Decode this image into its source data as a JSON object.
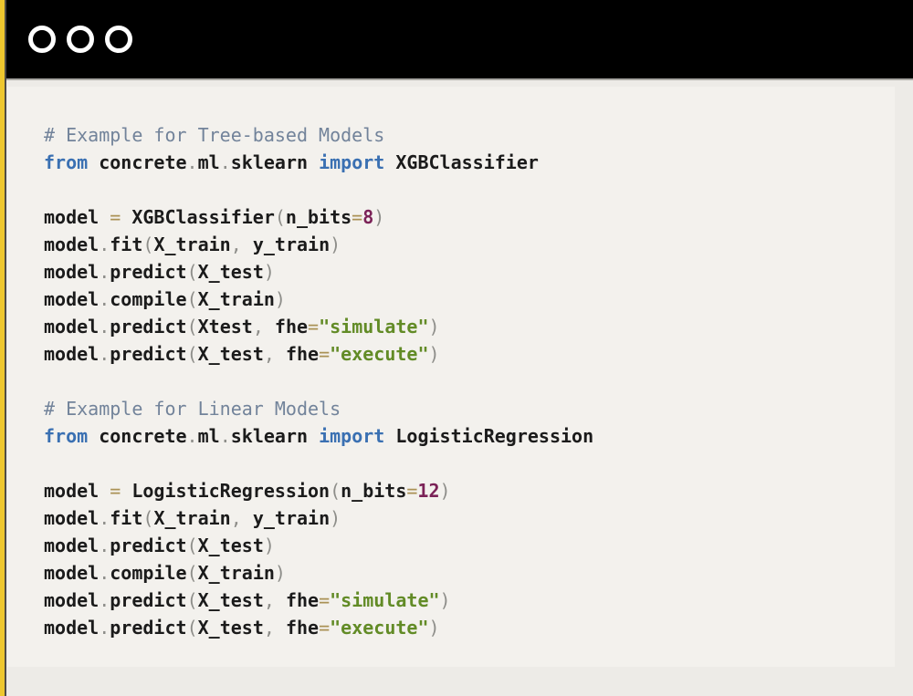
{
  "colors": {
    "accent": "#eec72f",
    "titlebar": "#000000",
    "bg": "#edebe7",
    "panel": "#f3f1ed",
    "plain": "#1b1b1b",
    "comment": "#72839a",
    "keyword": "#3a70b2",
    "punct": "#8e8e8a",
    "operator": "#aa9155",
    "number": "#7b2257",
    "string": "#628b26"
  },
  "window": {
    "controls": [
      "close",
      "minimize",
      "zoom"
    ]
  },
  "code": {
    "lines": [
      [
        {
          "t": "comment",
          "s": "# Example for Tree-based Models"
        }
      ],
      [
        {
          "t": "keyword",
          "s": "from"
        },
        {
          "t": "plain",
          "s": " concrete"
        },
        {
          "t": "punct",
          "s": "."
        },
        {
          "t": "plain",
          "s": "ml"
        },
        {
          "t": "punct",
          "s": "."
        },
        {
          "t": "plain",
          "s": "sklearn"
        },
        {
          "t": "keyword",
          "s": " import"
        },
        {
          "t": "plain",
          "s": " XGBClassifier"
        }
      ],
      [],
      [
        {
          "t": "plain",
          "s": "model "
        },
        {
          "t": "operator",
          "s": "="
        },
        {
          "t": "plain",
          "s": " XGBClassifier"
        },
        {
          "t": "punct",
          "s": "("
        },
        {
          "t": "plain",
          "s": "n_bits"
        },
        {
          "t": "operator",
          "s": "="
        },
        {
          "t": "number",
          "s": "8"
        },
        {
          "t": "punct",
          "s": ")"
        }
      ],
      [
        {
          "t": "plain",
          "s": "model"
        },
        {
          "t": "punct",
          "s": "."
        },
        {
          "t": "plain",
          "s": "fit"
        },
        {
          "t": "punct",
          "s": "("
        },
        {
          "t": "plain",
          "s": "X_train"
        },
        {
          "t": "punct",
          "s": ","
        },
        {
          "t": "plain",
          "s": " y_train"
        },
        {
          "t": "punct",
          "s": ")"
        }
      ],
      [
        {
          "t": "plain",
          "s": "model"
        },
        {
          "t": "punct",
          "s": "."
        },
        {
          "t": "plain",
          "s": "predict"
        },
        {
          "t": "punct",
          "s": "("
        },
        {
          "t": "plain",
          "s": "X_test"
        },
        {
          "t": "punct",
          "s": ")"
        }
      ],
      [
        {
          "t": "plain",
          "s": "model"
        },
        {
          "t": "punct",
          "s": "."
        },
        {
          "t": "plain",
          "s": "compile"
        },
        {
          "t": "punct",
          "s": "("
        },
        {
          "t": "plain",
          "s": "X_train"
        },
        {
          "t": "punct",
          "s": ")"
        }
      ],
      [
        {
          "t": "plain",
          "s": "model"
        },
        {
          "t": "punct",
          "s": "."
        },
        {
          "t": "plain",
          "s": "predict"
        },
        {
          "t": "punct",
          "s": "("
        },
        {
          "t": "plain",
          "s": "Xtest"
        },
        {
          "t": "punct",
          "s": ","
        },
        {
          "t": "plain",
          "s": " fhe"
        },
        {
          "t": "operator",
          "s": "="
        },
        {
          "t": "string",
          "s": "\"simulate\""
        },
        {
          "t": "punct",
          "s": ")"
        }
      ],
      [
        {
          "t": "plain",
          "s": "model"
        },
        {
          "t": "punct",
          "s": "."
        },
        {
          "t": "plain",
          "s": "predict"
        },
        {
          "t": "punct",
          "s": "("
        },
        {
          "t": "plain",
          "s": "X_test"
        },
        {
          "t": "punct",
          "s": ","
        },
        {
          "t": "plain",
          "s": " fhe"
        },
        {
          "t": "operator",
          "s": "="
        },
        {
          "t": "string",
          "s": "\"execute\""
        },
        {
          "t": "punct",
          "s": ")"
        }
      ],
      [],
      [
        {
          "t": "comment",
          "s": "# Example for Linear Models"
        }
      ],
      [
        {
          "t": "keyword",
          "s": "from"
        },
        {
          "t": "plain",
          "s": " concrete"
        },
        {
          "t": "punct",
          "s": "."
        },
        {
          "t": "plain",
          "s": "ml"
        },
        {
          "t": "punct",
          "s": "."
        },
        {
          "t": "plain",
          "s": "sklearn"
        },
        {
          "t": "keyword",
          "s": " import"
        },
        {
          "t": "plain",
          "s": " LogisticRegression"
        }
      ],
      [],
      [
        {
          "t": "plain",
          "s": "model "
        },
        {
          "t": "operator",
          "s": "="
        },
        {
          "t": "plain",
          "s": " LogisticRegression"
        },
        {
          "t": "punct",
          "s": "("
        },
        {
          "t": "plain",
          "s": "n_bits"
        },
        {
          "t": "operator",
          "s": "="
        },
        {
          "t": "number",
          "s": "12"
        },
        {
          "t": "punct",
          "s": ")"
        }
      ],
      [
        {
          "t": "plain",
          "s": "model"
        },
        {
          "t": "punct",
          "s": "."
        },
        {
          "t": "plain",
          "s": "fit"
        },
        {
          "t": "punct",
          "s": "("
        },
        {
          "t": "plain",
          "s": "X_train"
        },
        {
          "t": "punct",
          "s": ","
        },
        {
          "t": "plain",
          "s": " y_train"
        },
        {
          "t": "punct",
          "s": ")"
        }
      ],
      [
        {
          "t": "plain",
          "s": "model"
        },
        {
          "t": "punct",
          "s": "."
        },
        {
          "t": "plain",
          "s": "predict"
        },
        {
          "t": "punct",
          "s": "("
        },
        {
          "t": "plain",
          "s": "X_test"
        },
        {
          "t": "punct",
          "s": ")"
        }
      ],
      [
        {
          "t": "plain",
          "s": "model"
        },
        {
          "t": "punct",
          "s": "."
        },
        {
          "t": "plain",
          "s": "compile"
        },
        {
          "t": "punct",
          "s": "("
        },
        {
          "t": "plain",
          "s": "X_train"
        },
        {
          "t": "punct",
          "s": ")"
        }
      ],
      [
        {
          "t": "plain",
          "s": "model"
        },
        {
          "t": "punct",
          "s": "."
        },
        {
          "t": "plain",
          "s": "predict"
        },
        {
          "t": "punct",
          "s": "("
        },
        {
          "t": "plain",
          "s": "X_test"
        },
        {
          "t": "punct",
          "s": ","
        },
        {
          "t": "plain",
          "s": " fhe"
        },
        {
          "t": "operator",
          "s": "="
        },
        {
          "t": "string",
          "s": "\"simulate\""
        },
        {
          "t": "punct",
          "s": ")"
        }
      ],
      [
        {
          "t": "plain",
          "s": "model"
        },
        {
          "t": "punct",
          "s": "."
        },
        {
          "t": "plain",
          "s": "predict"
        },
        {
          "t": "punct",
          "s": "("
        },
        {
          "t": "plain",
          "s": "X_test"
        },
        {
          "t": "punct",
          "s": ","
        },
        {
          "t": "plain",
          "s": " fhe"
        },
        {
          "t": "operator",
          "s": "="
        },
        {
          "t": "string",
          "s": "\"execute\""
        },
        {
          "t": "punct",
          "s": ")"
        }
      ]
    ]
  }
}
